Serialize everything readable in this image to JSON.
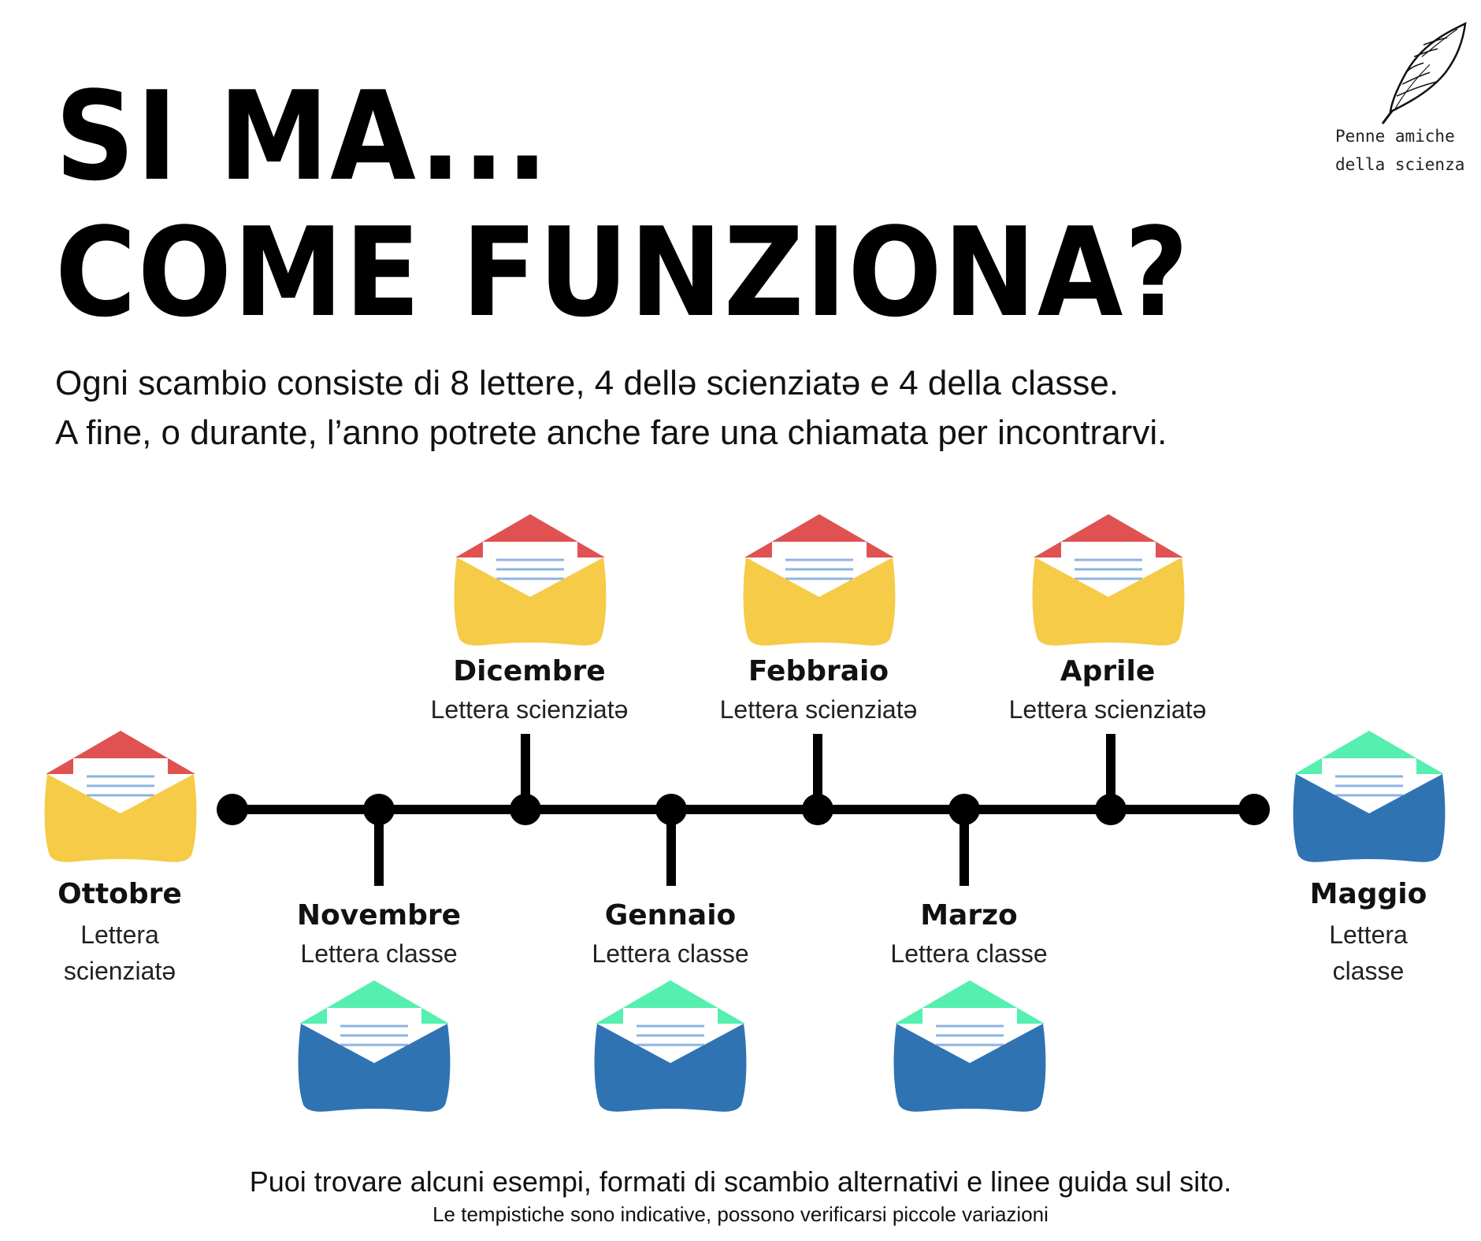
{
  "title": {
    "line1": "SI MA...",
    "line2": "COME FUNZIONA?"
  },
  "intro": {
    "line1": "Ogni scambio consiste di 8 lettere, 4 dellə scienziatə e 4 della classe.",
    "line2": "A fine, o durante, l’anno potrete anche fare una chiamata per incontrarvi."
  },
  "logo": {
    "line1": "Penne amiche",
    "line2": "della scienza",
    "icon": "feather-quill-icon"
  },
  "colors": {
    "envelope_yellow": "#F5CB47",
    "flap_red": "#E05252",
    "envelope_blue": "#2F73B3",
    "flap_green": "#55EFB0",
    "letter_lines": "#8FB3E3",
    "timeline": "#000000"
  },
  "timeline": {
    "events": [
      {
        "month": "Ottobre",
        "label": "Lettera scienziatə",
        "kind": "scienziata"
      },
      {
        "month": "Novembre",
        "label": "Lettera classe",
        "kind": "classe"
      },
      {
        "month": "Dicembre",
        "label": "Lettera scienziatə",
        "kind": "scienziata"
      },
      {
        "month": "Gennaio",
        "label": "Lettera classe",
        "kind": "classe"
      },
      {
        "month": "Febbraio",
        "label": "Lettera scienziatə",
        "kind": "scienziata"
      },
      {
        "month": "Marzo",
        "label": "Lettera classe",
        "kind": "classe"
      },
      {
        "month": "Aprile",
        "label": "Lettera scienziatə",
        "kind": "scienziata"
      },
      {
        "month": "Maggio",
        "label": "Lettera classe",
        "kind": "classe"
      }
    ]
  },
  "footer": {
    "line1": "Puoi trovare alcuni esempi, formati di scambio alternativi e linee guida sul sito.",
    "line2": "Le tempistiche sono indicative, possono verificarsi piccole variazioni"
  }
}
